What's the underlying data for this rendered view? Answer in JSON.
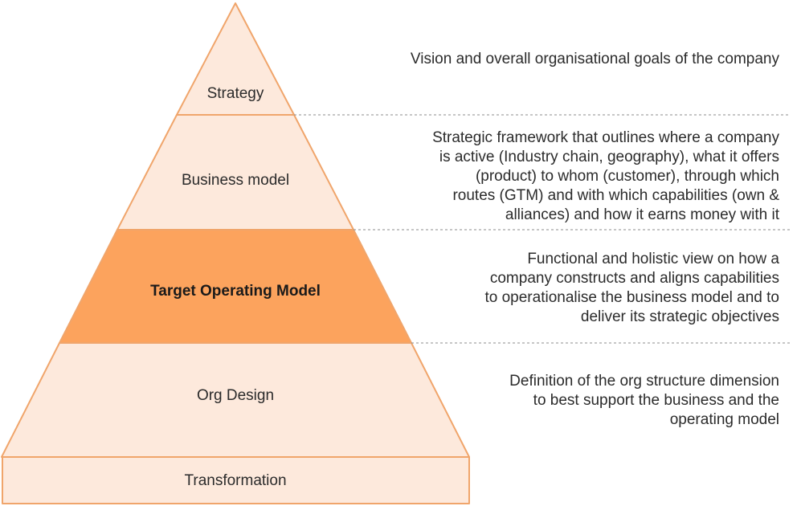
{
  "colors": {
    "stroke": "#f0a56b",
    "light_fill": "#fde9dc",
    "highlight_fill": "#fca35d",
    "divider": "#8c8c8c"
  },
  "levels": [
    {
      "label": "Strategy",
      "highlight": false
    },
    {
      "label": "Business model",
      "highlight": false
    },
    {
      "label": "Target Operating Model",
      "highlight": true
    },
    {
      "label": "Org Design",
      "highlight": false
    },
    {
      "label": "Transformation",
      "highlight": false
    }
  ],
  "descriptions": [
    {
      "lines": [
        "Vision and overall organisational goals of the company"
      ]
    },
    {
      "lines": [
        "Strategic framework that outlines where a company",
        "is active (Industry chain, geography), what it offers",
        "(product) to whom (customer), through which",
        "routes (GTM)  and with which capabilities  (own &",
        "alliances) and how it earns money with it"
      ]
    },
    {
      "lines": [
        "Functional and holistic view on how a",
        "company constructs and aligns  capabilities",
        "to operationalise the business model and to",
        "deliver its strategic objectives"
      ]
    },
    {
      "lines": [
        "Definition of the org structure dimension",
        "to best support the business and the",
        "operating model"
      ]
    }
  ]
}
